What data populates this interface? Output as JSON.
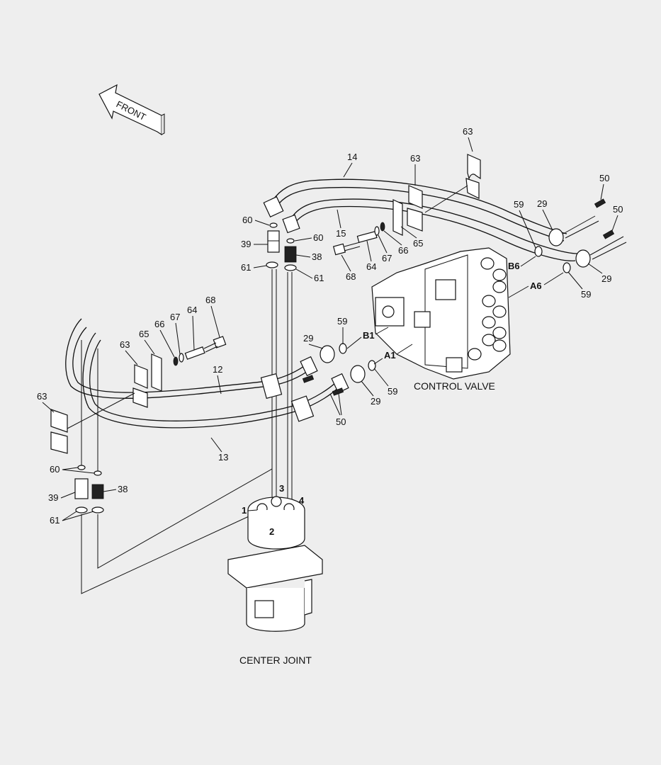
{
  "front_label": "FRONT",
  "assembly_labels": {
    "control_valve": "CONTROL VALVE",
    "center_joint": "CENTER JOINT"
  },
  "port_labels": {
    "b6": "B6",
    "a6": "A6",
    "b1": "B1",
    "a1": "A1",
    "cj1": "1",
    "cj2": "2",
    "cj3": "3",
    "cj4": "4"
  },
  "part_labels": {
    "p63_top": "63",
    "p14": "14",
    "p63_mid": "63",
    "p50_a": "50",
    "p50_b": "50",
    "p59_a": "59",
    "p29_a": "29",
    "p60_a": "60",
    "p60_b": "60",
    "p15": "15",
    "p39_a": "39",
    "p38_a": "38",
    "p61_a": "61",
    "p61_b": "61",
    "p68_a": "68",
    "p64_a": "64",
    "p67_a": "67",
    "p66_a": "66",
    "p65_a": "65",
    "p29_b": "29",
    "p59_b": "59",
    "p68_b": "68",
    "p64_b": "64",
    "p67_b": "67",
    "p66_b": "66",
    "p65_b": "65",
    "p63_left": "63",
    "p12": "12",
    "p59_c": "59",
    "p29_c": "29",
    "p59_d": "59",
    "p29_d": "29",
    "p50_c": "50",
    "p63_far": "63",
    "p13": "13",
    "p60_c": "60",
    "p39_b": "39",
    "p38_b": "38",
    "p61_c": "61"
  }
}
